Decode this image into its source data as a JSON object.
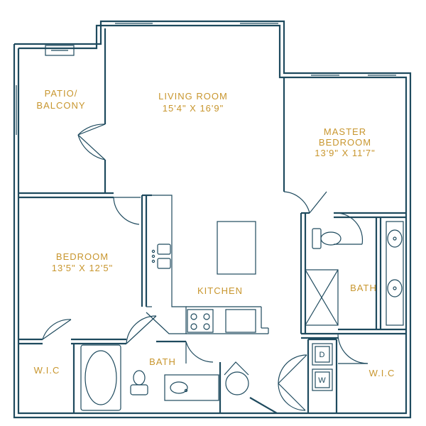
{
  "colors": {
    "wall": "#1e4a5e",
    "label": "#c8962e",
    "background": "#ffffff"
  },
  "rooms": {
    "patio": {
      "line1": "PATIO/",
      "line2": "BALCONY"
    },
    "living": {
      "name": "LIVING ROOM",
      "size": "15'4\" X 16'9\""
    },
    "master": {
      "line1": "MASTER",
      "line2": "BEDROOM",
      "size": "13'9\" X 11'7\""
    },
    "bedroom": {
      "name": "BEDROOM",
      "size": "13'5\" X 12'5\""
    },
    "kitchen": {
      "name": "KITCHEN"
    },
    "bath_master": {
      "name": "BATH"
    },
    "bath_main": {
      "name": "BATH"
    },
    "wic_left": {
      "name": "W.I.C"
    },
    "wic_right": {
      "name": "W.I.C"
    }
  },
  "appliances": {
    "dryer": "D",
    "washer": "W"
  }
}
